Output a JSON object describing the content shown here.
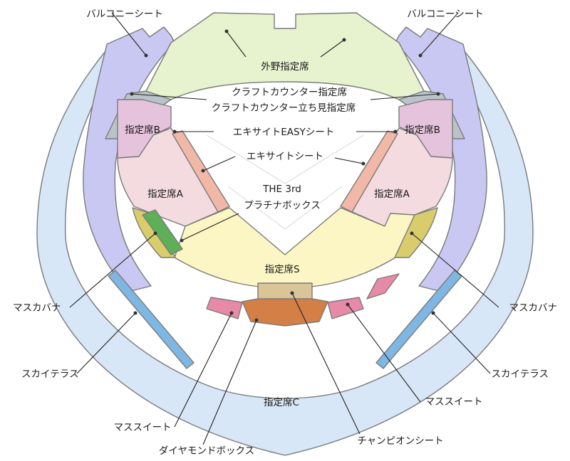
{
  "colors": {
    "sky": "#d8e7f7",
    "balcony": "#c9c8f2",
    "gray": "#b9c3c9",
    "outfield": "#e7f3cf",
    "b_pink": "#e6c3dc",
    "a_pink": "#f3dbe0",
    "excite": "#f1b8a8",
    "s_yellow": "#fcf6c4",
    "masukabana": "#d9cc6c",
    "platina": "#5eaf57",
    "masu_suite": "#e68aa7",
    "diamond": "#d47f45",
    "champion": "#d9c597",
    "sky_terrace": "#7fb7e4"
  },
  "labels": {
    "balcony_left": "バルコニーシート",
    "balcony_right": "バルコニーシート",
    "outfield": "外野指定席",
    "craft_1": "クラフトカウンター指定席",
    "craft_2": "クラフトカウンター立ち見指定席",
    "b_left": "指定席B",
    "b_right": "指定席B",
    "excite_easy": "エキサイトEASYシート",
    "excite": "エキサイトシート",
    "a_left": "指定席A",
    "a_right": "指定席A",
    "third_1": "THE 3rd",
    "third_2": "プラチナボックス",
    "s": "指定席S",
    "masukabana_left": "マスカバナ",
    "masukabana_right": "マスカバナ",
    "sky_left": "スカイテラス",
    "sky_right": "スカイテラス",
    "c": "指定席C",
    "masu_suite_left": "マススイート",
    "masu_suite_right": "マススイート",
    "diamond": "ダイヤモンドボックス",
    "champion": "チャンピオンシート"
  }
}
